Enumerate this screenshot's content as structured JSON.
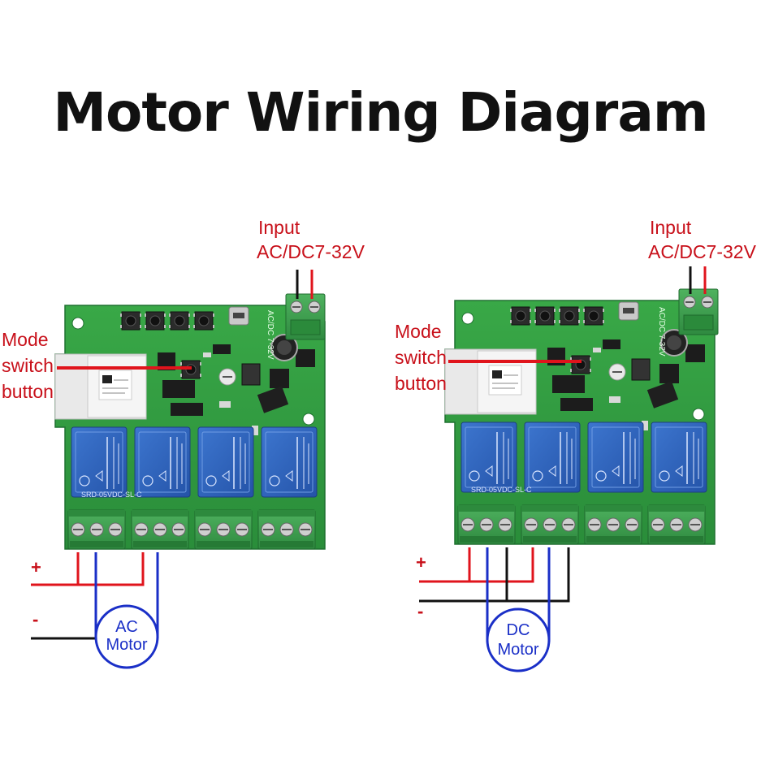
{
  "title": "Motor Wiring Diagram",
  "left": {
    "input_line1": "Input",
    "input_line2": "AC/DC7-32V",
    "mode_line1": "Mode",
    "mode_line2": "switch",
    "mode_line3": "button",
    "plus": "+",
    "minus": "-",
    "motor_line1": "AC",
    "motor_line2": "Motor",
    "board_label": "AC/DC 7-32V",
    "relay_label": "SRD-05VDC-SL-C"
  },
  "right": {
    "input_line1": "Input",
    "input_line2": "AC/DC7-32V",
    "mode_line1": "Mode",
    "mode_line2": "switch",
    "mode_line3": "button",
    "plus": "+",
    "minus": "-",
    "motor_line1": "DC",
    "motor_line2": "Motor",
    "board_label": "AC/DC 7-32V",
    "relay_label": "SRD-05VDC-SL-C"
  },
  "colors": {
    "pcb": "#2f9a3f",
    "relay": "#2a5fb8",
    "terminal": "#3f9e4f",
    "wire_red": "#e0141c",
    "wire_black": "#111111",
    "wire_blue": "#1a2fc7",
    "label_red": "#c8101a"
  }
}
